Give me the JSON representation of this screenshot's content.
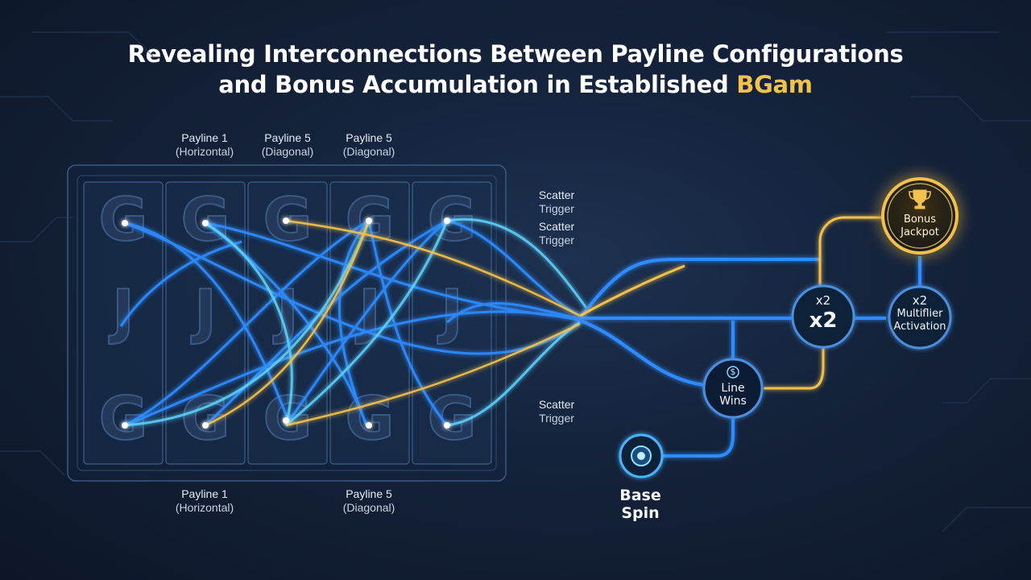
{
  "title": {
    "line1": "Revealing Interconnections Between Payline Configurations",
    "line2_prefix": "and Bonus Accumulation in Established ",
    "line2_accent": "BGam"
  },
  "top_labels": [
    {
      "name": "Payline 1",
      "sub": "(Horizontal)"
    },
    {
      "name": "Payline 5",
      "sub": "(Diagonal)"
    },
    {
      "name": "Payline 5",
      "sub": "(Diagonal)"
    }
  ],
  "bottom_labels": [
    {
      "name": "Payline 1",
      "sub": "(Horizontal)"
    },
    {
      "name": "Payline 5",
      "sub": "(Diagonal)"
    }
  ],
  "scatter_labels": [
    {
      "line1": "Scatter",
      "line2": "Trigger"
    },
    {
      "line1": "Scatter",
      "line2": "Trigger"
    },
    {
      "line1": "Scatter",
      "line2": "Trigger"
    }
  ],
  "nodes": {
    "base_spin": {
      "line1": "Base",
      "line2": "Spin"
    },
    "line_wins": {
      "icon": "$",
      "line1": "Line",
      "line2": "Wins"
    },
    "multiplier_center": {
      "top": "x2",
      "big": "x2"
    },
    "multiplier_activation": {
      "top": "x2",
      "line1": "Multiflier",
      "line2": "Activation"
    },
    "bonus_jackpot": {
      "icon": "trophy-icon",
      "line1": "Bonus",
      "line2": "Jackpot"
    }
  },
  "reel_symbols": [
    "G",
    "J",
    "G"
  ],
  "colors": {
    "blue": "#2f8cff",
    "cyan": "#5fd3ff",
    "gold": "#f2c14e",
    "background": "#14223a"
  }
}
